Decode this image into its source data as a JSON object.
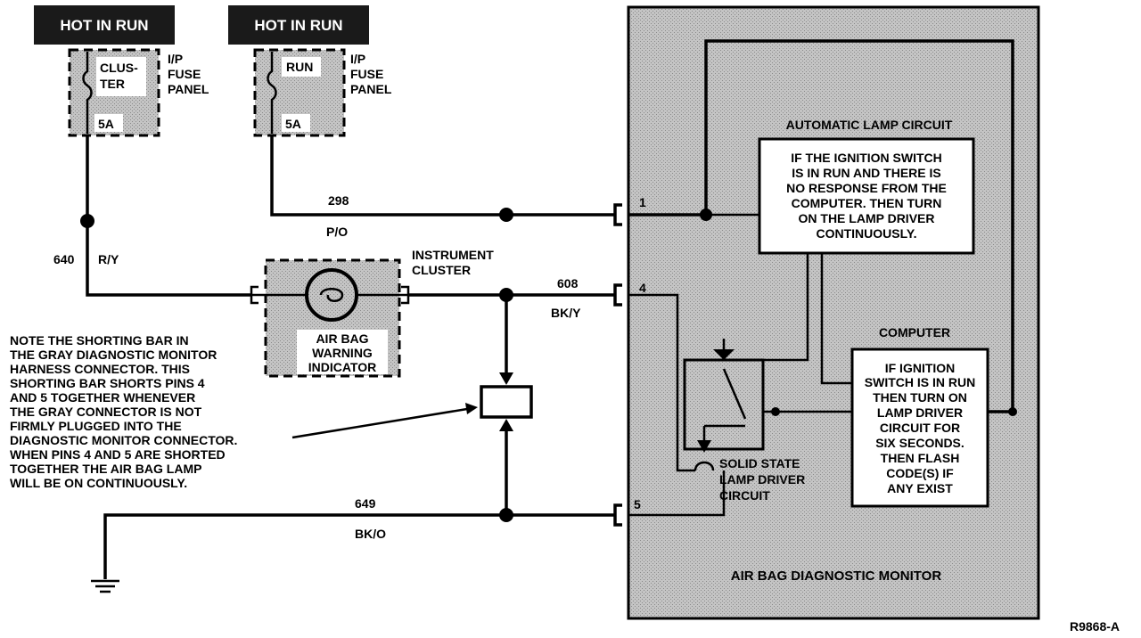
{
  "hot_boxes": [
    "HOT IN RUN",
    "HOT IN RUN"
  ],
  "fuse_cluster": {
    "line1": "CLUS-",
    "line2": "TER",
    "rating": "5A"
  },
  "fuse_run": {
    "label": "RUN",
    "rating": "5A"
  },
  "fuse_panel_label": [
    "I/P",
    "FUSE",
    "PANEL"
  ],
  "wires": [
    {
      "number": "298",
      "color": "P/O"
    },
    {
      "number": "640",
      "color": "R/Y"
    },
    {
      "number": "608",
      "color": "BK/Y"
    },
    {
      "number": "649",
      "color": "BK/O"
    }
  ],
  "instrument_cluster_label": [
    "INSTRUMENT",
    "CLUSTER"
  ],
  "indicator_label": [
    "AIR BAG",
    "WARNING",
    "INDICATOR"
  ],
  "note_lines": [
    "NOTE THE SHORTING BAR IN",
    "THE GRAY DIAGNOSTIC MONITOR",
    "HARNESS CONNECTOR. THIS",
    "SHORTING BAR SHORTS PINS 4",
    "AND 5 TOGETHER WHENEVER",
    "THE GRAY CONNECTOR IS NOT",
    "FIRMLY PLUGGED INTO THE",
    "DIAGNOSTIC MONITOR CONNECTOR.",
    "WHEN PINS 4 AND 5 ARE SHORTED",
    "TOGETHER THE AIR BAG LAMP",
    "WILL BE ON CONTINUOUSLY."
  ],
  "pins": [
    "1",
    "4",
    "5"
  ],
  "automatic_lamp_circuit_title": "AUTOMATIC LAMP CIRCUIT",
  "automatic_box_lines": [
    "IF THE IGNITION SWITCH",
    "IS IN RUN AND THERE IS",
    "NO RESPONSE FROM THE",
    "COMPUTER. THEN TURN",
    "ON THE LAMP DRIVER",
    "CONTINUOUSLY."
  ],
  "computer_title": "COMPUTER",
  "computer_box_lines": [
    "IF IGNITION",
    "SWITCH IS IN RUN",
    "THEN TURN ON",
    "LAMP DRIVER",
    "CIRCUIT FOR",
    "SIX SECONDS.",
    "THEN FLASH",
    "CODE(S) IF",
    "ANY EXIST"
  ],
  "lamp_driver_label": [
    "SOLID STATE",
    "LAMP DRIVER",
    "CIRCUIT"
  ],
  "monitor_title": "AIR BAG DIAGNOSTIC MONITOR",
  "figure_id": "R9868-A",
  "colors": {
    "ink": "#000000",
    "module_fill": "#b8b8b8",
    "paper": "#ffffff"
  }
}
